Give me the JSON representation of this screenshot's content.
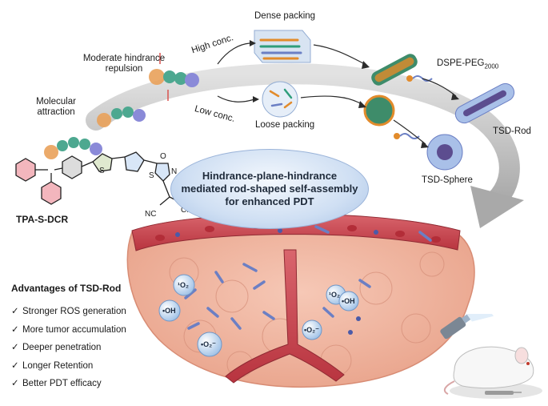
{
  "labels": {
    "dense_packing": "Dense packing",
    "high_conc": "High conc.",
    "low_conc": "Low conc.",
    "loose_packing": "Loose packing",
    "moderate_hindrance": "Moderate hindrance",
    "repulsion": "repulsion",
    "molecular": "Molecular",
    "attraction": "attraction",
    "dspe_peg": "DSPE-PEG",
    "dspe_peg_sub": "2000",
    "tsd_rod": "TSD-Rod",
    "tsd_sphere": "TSD-Sphere",
    "tpa_s_dcr": "TPA-S-DCR"
  },
  "molecule": {
    "atom_o": "O",
    "atom_n": "N",
    "atom_s1": "S",
    "atom_s2": "S",
    "atom_cn1": "NC",
    "atom_cn2": "CN"
  },
  "center_title": [
    "Hindrance-plane-hindrance",
    "mediated rod-shaped self-assembly",
    "for enhanced PDT"
  ],
  "ros": {
    "singlet_o2": "¹O₂",
    "oh": "•OH",
    "superoxide": "•O₂⁻"
  },
  "advantages": {
    "title": "Advantages of TSD-Rod",
    "check": "✓",
    "items": [
      "Stronger ROS generation",
      "More tumor accumulation",
      "Deeper penetration",
      "Longer Retention",
      "Better PDT efficacy"
    ]
  },
  "colors": {
    "ring": "#b9b9b9",
    "vessel": "#c94a55",
    "tumor": "#efb49e",
    "ellipse": "#cfdff3",
    "rod": "#6b7fc4"
  }
}
